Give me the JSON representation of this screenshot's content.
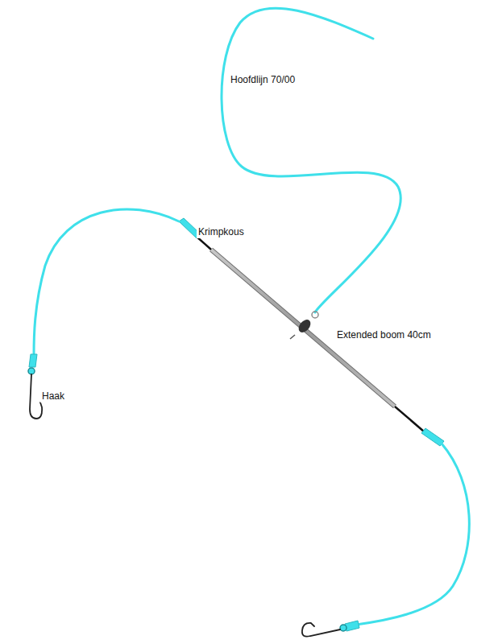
{
  "diagram": {
    "labels": [
      "Hoofdlijn 70/00",
      "Krimpkous",
      "Extended boom 40cm",
      "Haak"
    ]
  }
}
